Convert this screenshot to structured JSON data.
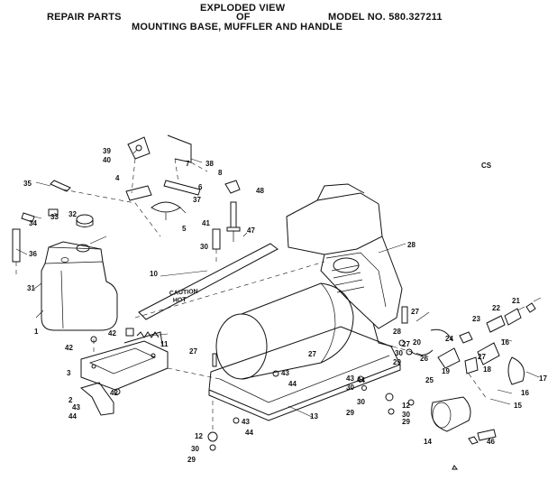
{
  "header": {
    "title_line1": "EXPLODED VIEW",
    "title_line2": "OF",
    "title_line3": "MOUNTING BASE, MUFFLER AND HANDLE",
    "left": "REPAIR PARTS",
    "model": "MODEL NO. 580.327211"
  },
  "corner_code": "CS",
  "decal_text": [
    "CAUTION",
    "HOT"
  ],
  "labels": [
    "1",
    "2",
    "3",
    "4",
    "5",
    "6",
    "7",
    "8",
    "10",
    "11",
    "12",
    "13",
    "14",
    "15",
    "16",
    "17",
    "18",
    "19",
    "20",
    "21",
    "22",
    "23",
    "24",
    "25",
    "26",
    "27",
    "28",
    "29",
    "30",
    "31",
    "32",
    "33",
    "34",
    "35",
    "36",
    "37",
    "38",
    "39",
    "40",
    "41",
    "42",
    "43",
    "44",
    "46",
    "47",
    "48"
  ],
  "colors": {
    "ink": "#111111",
    "paper": "#ffffff"
  }
}
